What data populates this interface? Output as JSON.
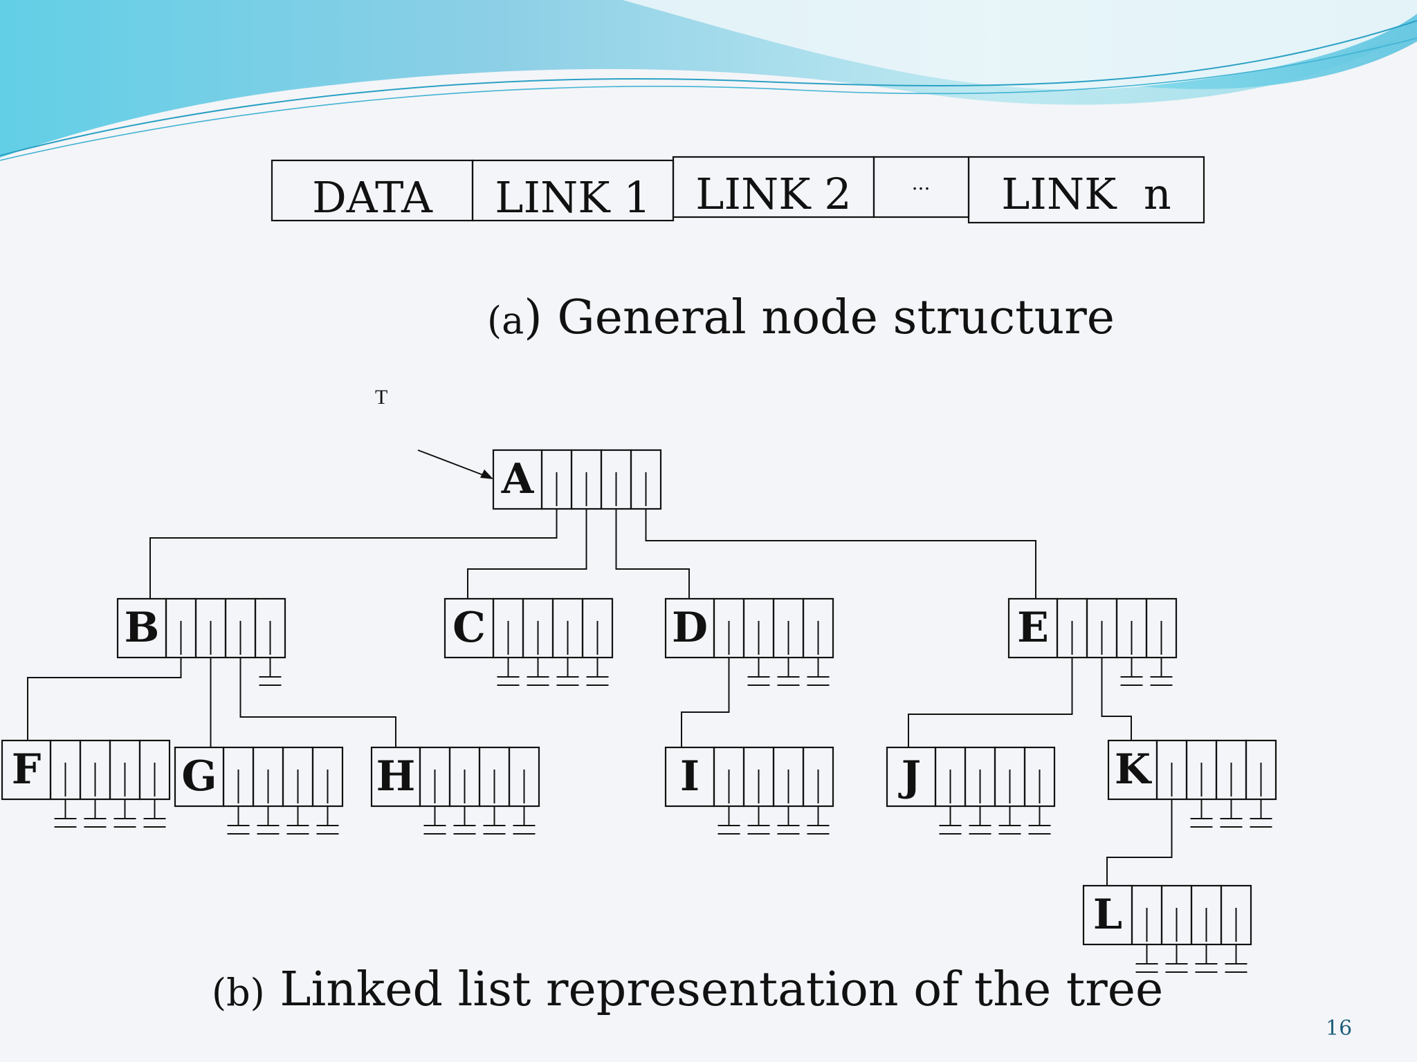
{
  "node_structure": {
    "fields": [
      "DATA",
      "LINK 1",
      "LINK 2",
      "...",
      "LINK  n"
    ]
  },
  "caption_a": {
    "prefix": "(a",
    "text": ") General node structure"
  },
  "pointer_label": "T",
  "tree": {
    "nodes": [
      "A",
      "B",
      "C",
      "D",
      "E",
      "F",
      "G",
      "H",
      "I",
      "J",
      "K",
      "L"
    ],
    "edges": [
      [
        "A",
        "B"
      ],
      [
        "A",
        "C"
      ],
      [
        "A",
        "D"
      ],
      [
        "A",
        "E"
      ],
      [
        "B",
        "F"
      ],
      [
        "B",
        "G"
      ],
      [
        "B",
        "H"
      ],
      [
        "D",
        "I"
      ],
      [
        "E",
        "J"
      ],
      [
        "E",
        "K"
      ],
      [
        "K",
        "L"
      ]
    ]
  },
  "caption_b": {
    "prefix": "(b)",
    "text": " Linked list representation of the tree"
  },
  "page_number": "16",
  "colors": {
    "background": "#f4f5f8",
    "wave_light": "#b9e6ef",
    "wave_mid": "#7fcfe0",
    "wave_dark": "#2fa9c9",
    "ink": "#111111"
  }
}
